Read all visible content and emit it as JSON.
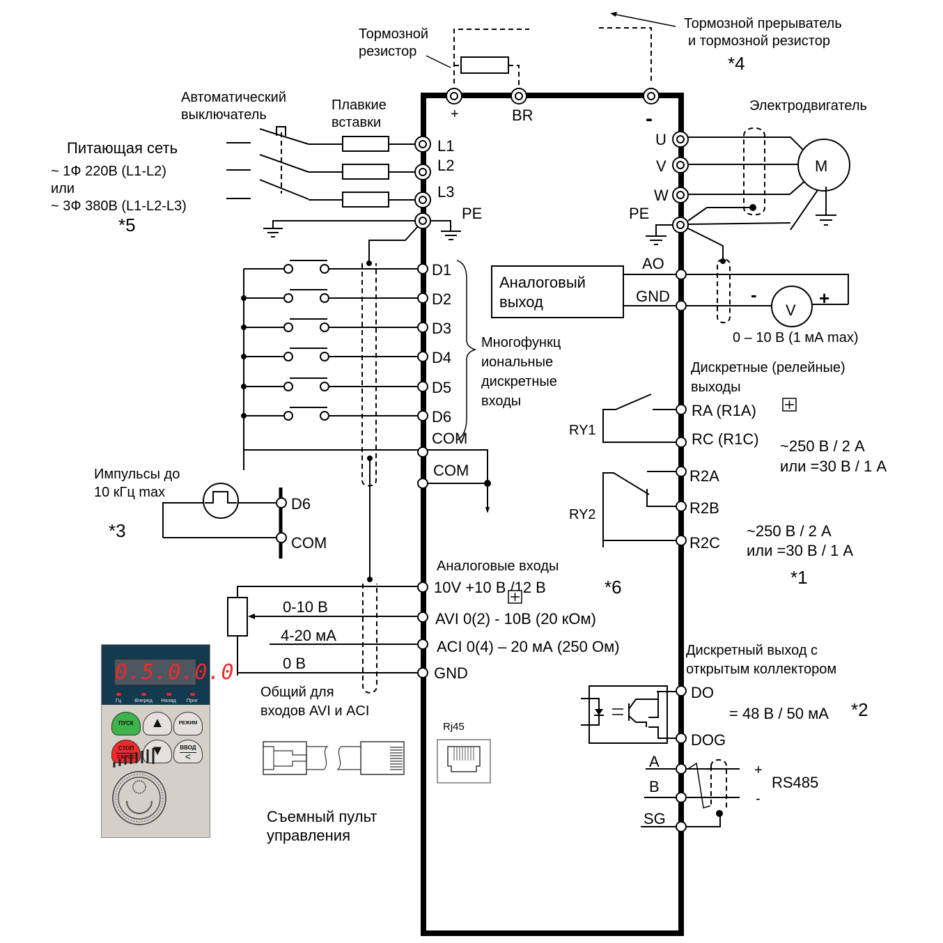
{
  "diagram": {
    "title": "Схема подключения преобразователя частоты",
    "power": {
      "title": "Питающая сеть",
      "line1": "~ 1Ф 220В (L1-L2)",
      "line2": "или",
      "line3": "~ 3Ф 380В (L1-L2-L3)",
      "note": "*5"
    },
    "breaker": {
      "line1": "Автоматический",
      "line2": "выключатель"
    },
    "fuses": {
      "line1": "Плавкие",
      "line2": "вставки"
    },
    "brake_resistor": {
      "line1": "Тормозной",
      "line2": "резистор"
    },
    "brake_chopper": {
      "line1": "Тормозной прерыватель",
      "line2": "и тормозной резистор",
      "note": "*4"
    },
    "dc_terminals": {
      "plus": "+",
      "br": "BR",
      "minus": "-"
    },
    "input_terminals": {
      "l1": "L1",
      "l2": "L2",
      "l3": "L3",
      "pe": "PE"
    },
    "motor": {
      "title": "Электродвигатель",
      "symbol": "M",
      "u": "U",
      "v": "V",
      "w": "W",
      "pe": "PE"
    },
    "digital_inputs": {
      "labels": [
        "D1",
        "D2",
        "D3",
        "D4",
        "D5",
        "D6"
      ],
      "com1": "COM",
      "com2": "COM",
      "group_line1": "Многофункц",
      "group_line2": "иональные",
      "group_line3": "дискретные",
      "group_line4": "входы"
    },
    "pulse_input": {
      "line1": "Импульсы до",
      "line2": "10 кГц max",
      "note": "*3",
      "d6": "D6",
      "com": "COM"
    },
    "analog_output": {
      "box_line1": "Аналоговый",
      "box_line2": "выход",
      "ao": "AO",
      "gnd": "GND",
      "meter": "V",
      "minus": "-",
      "plus": "+",
      "range": "0 – 10 В (1 мА max)"
    },
    "relay_outputs": {
      "title_line1": "Дискретные (релейные)",
      "title_line2": "выходы",
      "ry1": "RY1",
      "ra": "RA (R1A)",
      "rc": "RC (R1C)",
      "ry1_rating1": "~250 В / 2 А",
      "ry1_rating2": "или =30 В / 1 А",
      "ry2": "RY2",
      "r2a": "R2A",
      "r2b": "R2B",
      "r2c": "R2C",
      "ry2_rating1": "~250 В / 2 А",
      "ry2_rating2": "или =30 В / 1 А",
      "note": "*1"
    },
    "analog_inputs": {
      "title": "Аналоговые входы",
      "t10v": "10V  +10 В /12 В",
      "note": "*6",
      "avi": "AVI  0(2) - 10В (20 кОм)",
      "aci": "ACI 0(4) – 20 мА (250 Ом)",
      "gnd": "GND",
      "wire_0_10": "0-10 В",
      "wire_4_20": "4-20 мА",
      "wire_0v": "0 В",
      "common_line1": "Общий для",
      "common_line2": "входов AVI и ACI"
    },
    "open_collector": {
      "title_line1": "Дискретный выход с",
      "title_line2": "открытым коллектором",
      "do": "DO",
      "dog": "DOG",
      "rating": "= 48 В / 50 мА",
      "note": "*2"
    },
    "rs485": {
      "a": "A",
      "b": "B",
      "sg": "SG",
      "plus": "+",
      "minus": "-",
      "label": "RS485"
    },
    "rj45": {
      "label": "Rj45"
    },
    "keypad": {
      "caption_line1": "Съемный пульт",
      "caption_line2": "управления",
      "display": "0.5.0.0.0",
      "leds": [
        "Гц",
        "Вперед",
        "Назад",
        "Прог"
      ],
      "run": "ПУСК",
      "up": "▲",
      "mode": "РЕЖИМ",
      "stop": "СТОП",
      "reset": "СБРОС",
      "down": "▼",
      "enter": "ВВОД",
      "enter_sub": "<"
    }
  }
}
